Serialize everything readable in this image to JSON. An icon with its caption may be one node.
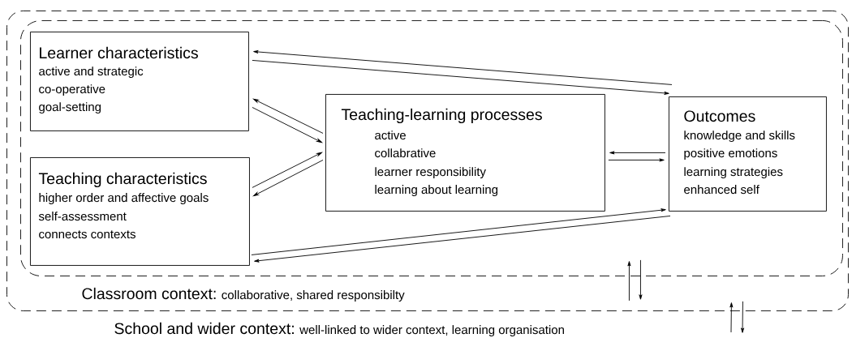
{
  "diagram": {
    "nodes": [
      {
        "text": [
          "School and wider context:",
          "well-linked to wider context, learning organisation"
        ]
      },
      {
        "text": [
          "Classroom context:",
          "collaborative, shared responsibilty"
        ],
        "in": 0
      },
      {
        "text": [
          "Learner characteristics",
          "active and strategic",
          "co-operative",
          "goal-setting"
        ],
        "in": 1
      },
      {
        "text": [
          "Teaching characteristics",
          "higher order and affective goals",
          "self-assessment",
          "connects contexts"
        ],
        "in": 1
      },
      {
        "text": [
          "Teaching-learning processes",
          "active",
          "collabrative",
          "learner responsibility",
          "learning about learning"
        ],
        "in": 1
      },
      {
        "text": [
          "Outcomes",
          "knowledge and skills",
          "positive emotions",
          "learning strategies",
          "enhanced self"
        ],
        "in": 1
      }
    ],
    "edges": [
      {
        "from": 5,
        "to": 2,
        "arrow": "to"
      },
      {
        "from": 2,
        "to": 5,
        "arrow": "to"
      },
      {
        "from": 4,
        "to": 2,
        "arrow": "to"
      },
      {
        "from": 2,
        "to": 4,
        "arrow": "to"
      },
      {
        "from": 3,
        "to": 4,
        "arrow": "to"
      },
      {
        "from": 4,
        "to": 3,
        "arrow": "to"
      },
      {
        "from": 5,
        "to": 4,
        "arrow": "to"
      },
      {
        "from": 4,
        "to": 5,
        "arrow": "to"
      },
      {
        "from": 3,
        "to": 5,
        "arrow": "to"
      },
      {
        "from": 5,
        "to": 3,
        "arrow": "to"
      },
      {
        "from": 0,
        "to": 1,
        "arrow": "to"
      },
      {
        "from": 1,
        "to": 0,
        "arrow": "to"
      },
      {
        "from": null,
        "to": 0,
        "arrow": "to"
      },
      {
        "from": 0,
        "to": null,
        "arrow": "to"
      }
    ]
  }
}
